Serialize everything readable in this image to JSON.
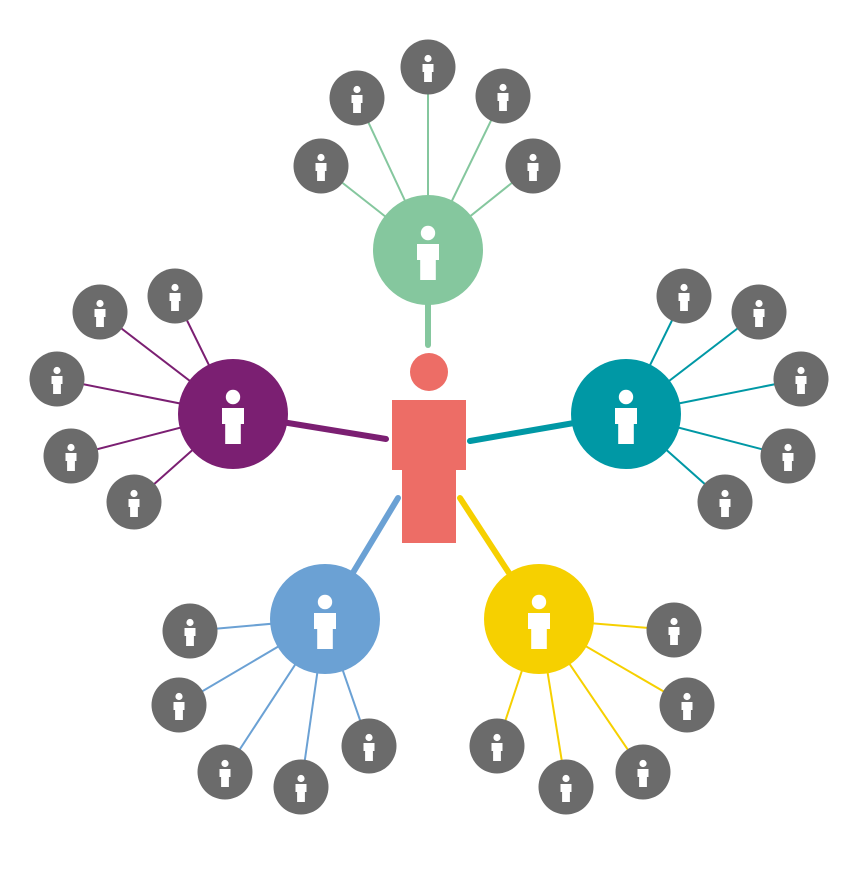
{
  "colors": {
    "background": "#ffffff",
    "leaf": "#6b6b6b",
    "person_glyph": "#ffffff",
    "center": "#ed6d66",
    "green": "#85c79e",
    "teal": "#0098a5",
    "purple": "#7b1f72",
    "blue": "#6ba1d4",
    "yellow": "#f6d000"
  },
  "icons": {
    "center": "person-icon",
    "hub": "person-icon",
    "leaf": "person-icon"
  },
  "network": {
    "center": {
      "name": "center-person"
    },
    "hubs": [
      {
        "name": "hub-green",
        "color_key": "green",
        "leaf_count": 5
      },
      {
        "name": "hub-teal",
        "color_key": "teal",
        "leaf_count": 5
      },
      {
        "name": "hub-purple",
        "color_key": "purple",
        "leaf_count": 5
      },
      {
        "name": "hub-blue",
        "color_key": "blue",
        "leaf_count": 5
      },
      {
        "name": "hub-yellow",
        "color_key": "yellow",
        "leaf_count": 5
      }
    ]
  }
}
